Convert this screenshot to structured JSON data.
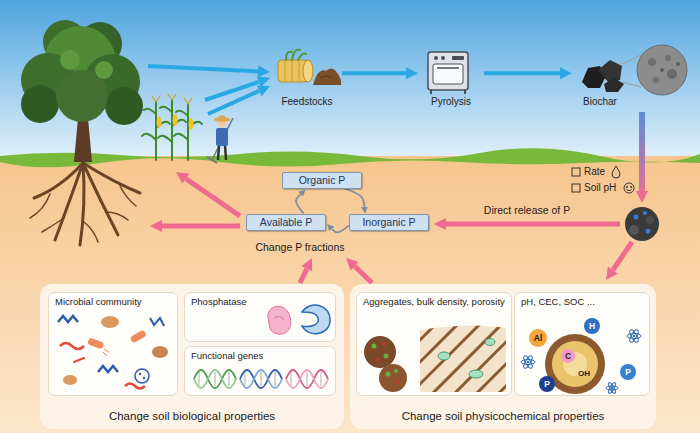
{
  "diagram": {
    "nodes": [
      {
        "text": [
          "Feedstocks"
        ]
      },
      {
        "text": [
          "Pyrolysis"
        ]
      },
      {
        "text": [
          "Biochar"
        ]
      },
      {
        "text": [
          "Organic P"
        ]
      },
      {
        "text": [
          "Available P"
        ]
      },
      {
        "text": [
          "Inorganic P"
        ]
      },
      {
        "text": [
          "Change soil biological properties"
        ]
      },
      {
        "text": [
          "Microbial community"
        ],
        "in": 6
      },
      {
        "text": [
          "Phosphatase"
        ],
        "in": 6
      },
      {
        "text": [
          "Functional genes"
        ],
        "in": 6
      },
      {
        "text": [
          "Change soil physicochemical properties"
        ]
      },
      {
        "text": [
          "Aggregates, bulk density, porosity"
        ],
        "in": 10
      },
      {
        "text": [
          "pH, CEC, SOC ..."
        ],
        "in": 10
      }
    ],
    "edges": [
      {
        "from": 0,
        "to": 1,
        "arrow": "to"
      },
      {
        "from": 1,
        "to": 2,
        "arrow": "to"
      },
      {
        "from": 3,
        "to": 5,
        "arrow": "to"
      },
      {
        "from": 5,
        "to": 4,
        "arrow": "to"
      },
      {
        "from": 4,
        "to": 3,
        "arrow": "to"
      }
    ],
    "labels": [
      "Rate",
      "Soil pH",
      "Direct release of P",
      "Change P fractions",
      "Al",
      "H",
      "C",
      "OH",
      "P",
      "P"
    ]
  }
}
